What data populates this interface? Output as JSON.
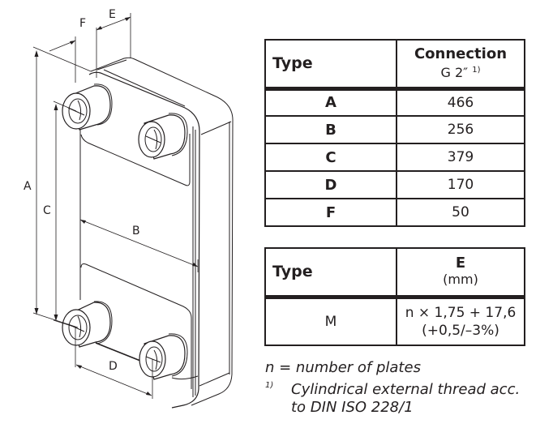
{
  "drawing": {
    "title": "Plate heat exchanger dimension drawing",
    "dimension_labels": [
      "A",
      "B",
      "C",
      "D",
      "E",
      "F"
    ]
  },
  "connection_table": {
    "type_header": "Type",
    "col_header": "Connection",
    "col_subheader": "G 2″",
    "col_footnote_ref": "1)",
    "rows": [
      {
        "type": "A",
        "value": "466"
      },
      {
        "type": "B",
        "value": "256"
      },
      {
        "type": "C",
        "value": "379"
      },
      {
        "type": "D",
        "value": "170"
      },
      {
        "type": "F",
        "value": "50"
      }
    ]
  },
  "e_table": {
    "type_header": "Type",
    "col_header": "E",
    "col_subheader": "(mm)",
    "rows": [
      {
        "type": "M",
        "value_line1": "n × 1,75 + 17,6",
        "value_line2": "(+0,5/–3%)"
      }
    ]
  },
  "notes": {
    "n_def": "n = number of plates",
    "footnote_mark": "1)",
    "footnote_line1": "Cylindrical external thread acc.",
    "footnote_line2": "to DIN ISO 228/1"
  },
  "colors": {
    "ink": "#231f20",
    "background": "#ffffff"
  }
}
